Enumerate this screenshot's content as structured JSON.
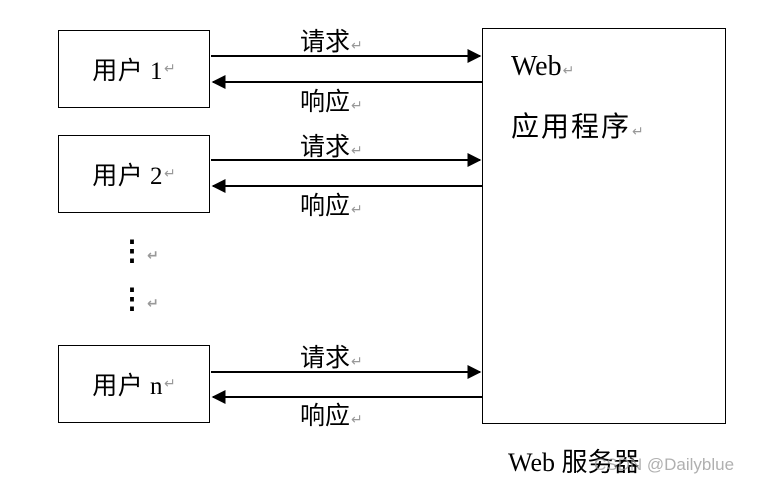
{
  "users": [
    {
      "label": "用户 1"
    },
    {
      "label": "用户 2"
    },
    {
      "label": "用户 n"
    }
  ],
  "request_label": "请求",
  "response_label": "响应",
  "ellipsis": "⋮",
  "server": {
    "title": "Web",
    "subtitle": "应用程序",
    "caption": "Web 服务器"
  },
  "watermark": "CSDN @Dailyblue",
  "return_mark": "↵",
  "colors": {
    "line": "#000000",
    "return_mark": "#999999"
  }
}
